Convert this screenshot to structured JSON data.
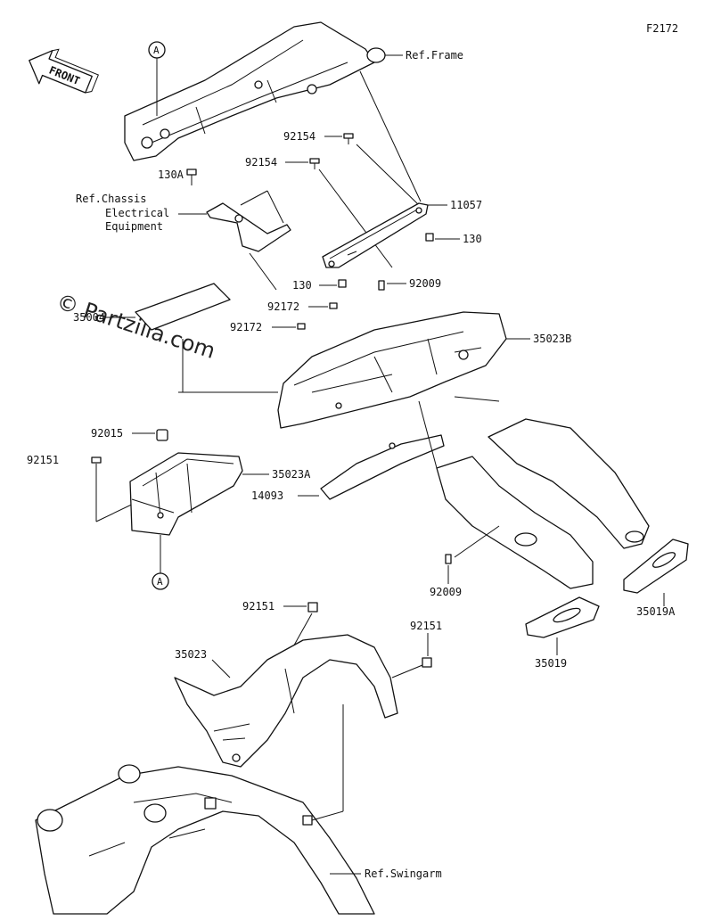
{
  "diagram_code": "F2172",
  "front_label": "FRONT",
  "watermark": "© Partzilla.com",
  "callouts": {
    "ref_frame": "Ref.Frame",
    "ref_chassis_line1": "Ref.Chassis",
    "ref_chassis_line2": "Electrical",
    "ref_chassis_line3": "Equipment",
    "ref_swingarm": "Ref.Swingarm",
    "circle_a_top": "A",
    "circle_a_bottom": "A",
    "p92154_a": "92154",
    "p92154_b": "92154",
    "p130a": "130A",
    "p11057": "11057",
    "p130_right": "130",
    "p130_left": "130",
    "p92009_top": "92009",
    "p35004": "35004",
    "p92172_a": "92172",
    "p92172_b": "92172",
    "p35023b": "35023B",
    "p92015": "92015",
    "p92151_left": "92151",
    "p35023a": "35023A",
    "p14093": "14093",
    "p92009_bottom": "92009",
    "p35019a": "35019A",
    "p35019": "35019",
    "p92151_mid": "92151",
    "p92151_right": "92151",
    "p35023": "35023"
  }
}
